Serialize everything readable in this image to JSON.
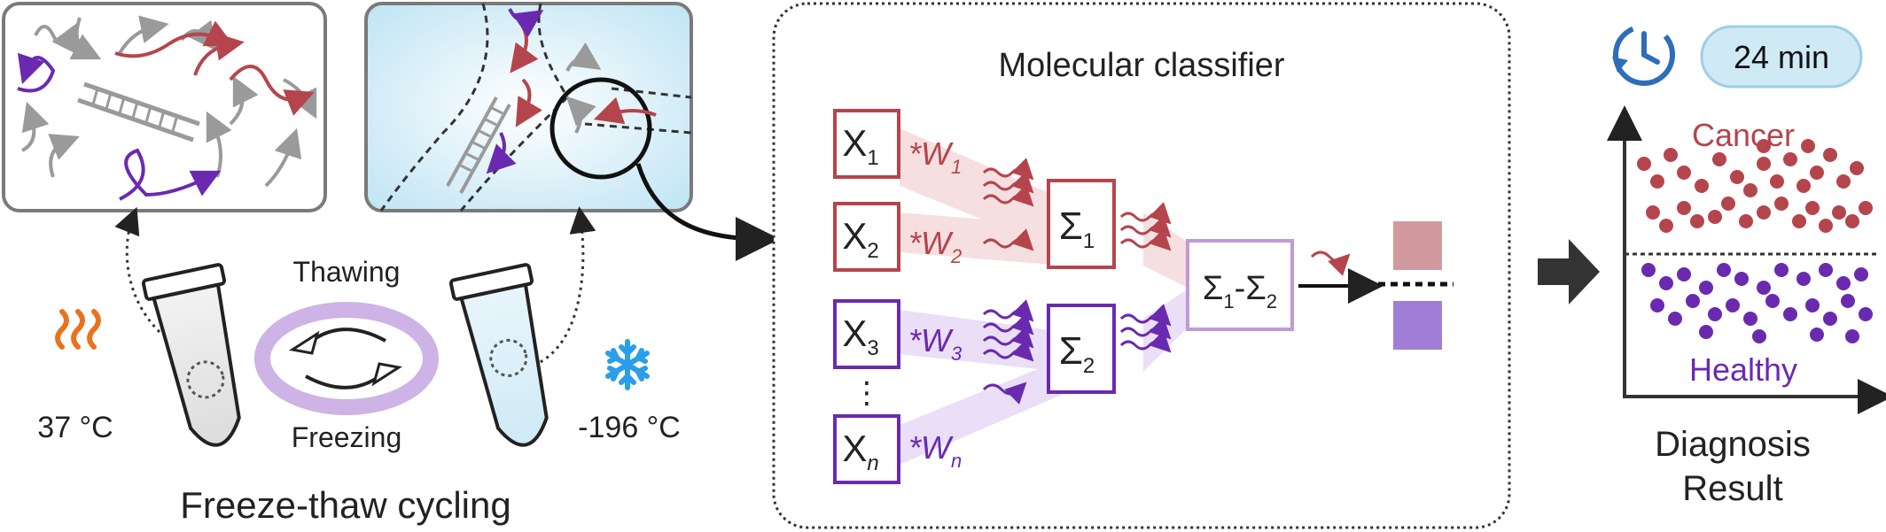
{
  "left_panel": {
    "thawing_label": "Thawing",
    "freezing_label": "Freezing",
    "temp_hot": "37 °C",
    "temp_cold": "-196 °C",
    "caption": "Freeze-thaw cycling"
  },
  "classifier": {
    "title": "Molecular classifier",
    "inputs": [
      {
        "var": "X",
        "sub": "1",
        "weight": "*W",
        "wsub": "1"
      },
      {
        "var": "X",
        "sub": "2",
        "weight": "*W",
        "wsub": "2"
      },
      {
        "var": "X",
        "sub": "3",
        "weight": "*W",
        "wsub": "3"
      },
      {
        "var": "X",
        "sub": "n",
        "weight": "*W",
        "wsub": "n"
      }
    ],
    "ellipsis": "⋮",
    "sum1": {
      "sym": "Σ",
      "sub": "1"
    },
    "sum2": {
      "sym": "Σ",
      "sub": "2"
    },
    "diff": {
      "a": "Σ",
      "asub": "1",
      "dash": "-",
      "b": "Σ",
      "bsub": "2"
    }
  },
  "result": {
    "time": "24 min",
    "cancer_label": "Cancer",
    "healthy_label": "Healthy",
    "caption_line1": "Diagnosis",
    "caption_line2": "Result"
  },
  "colors": {
    "red": "#b5454c",
    "purple": "#6a2ab0",
    "gray": "#9a9a9a",
    "ice": "#cfe9f5",
    "orange": "#e8731e",
    "snow": "#2a9ee8",
    "clock": "#2e6db8"
  },
  "icons": [
    "heat-icon",
    "snowflake-icon",
    "clock-icon",
    "cycle-arrows-icon",
    "tube-icon",
    "arrow-right-icon"
  ]
}
